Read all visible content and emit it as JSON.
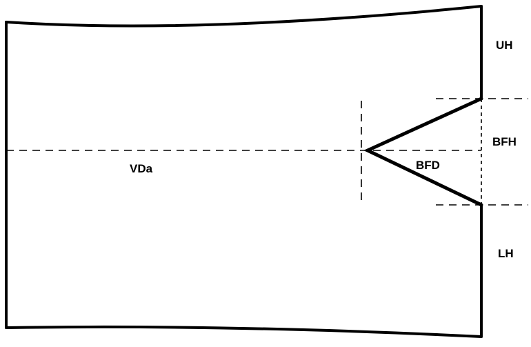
{
  "diagram": {
    "labels": {
      "vda": "VDa",
      "uh": "UH",
      "bfh": "BFH",
      "bfd": "BFD",
      "lh": "LH"
    }
  }
}
